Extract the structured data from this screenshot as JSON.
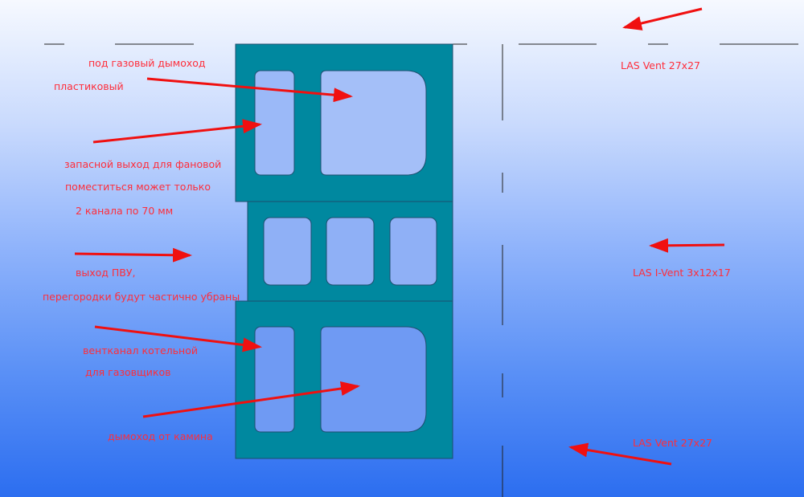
{
  "colors": {
    "block": "#00889f",
    "block_stroke": "#1d4e6e",
    "cell": "#9bb9f8",
    "arrow": "#f01010",
    "text": "#ff2d3a"
  },
  "labels": {
    "gas_flue": "под газовый дымоход",
    "plastic": "пластиковый",
    "spare_exit": "запасной выход для фановой",
    "fits_only": "поместиться может только",
    "two_channels": "2 канала по 70 мм",
    "pvu_exit": "выход ПВУ,",
    "partitions": "перегородки будут частично убраны",
    "boiler_vent": "вентканал котельной",
    "for_gas": "для газовщиков",
    "fireplace_flue": "дымоход от камина",
    "las_vent_top": "LAS Vent 27x27",
    "las_ivent": "LAS I-Vent 3x12x17",
    "las_vent_bottom": "LAS Vent 27x27"
  }
}
